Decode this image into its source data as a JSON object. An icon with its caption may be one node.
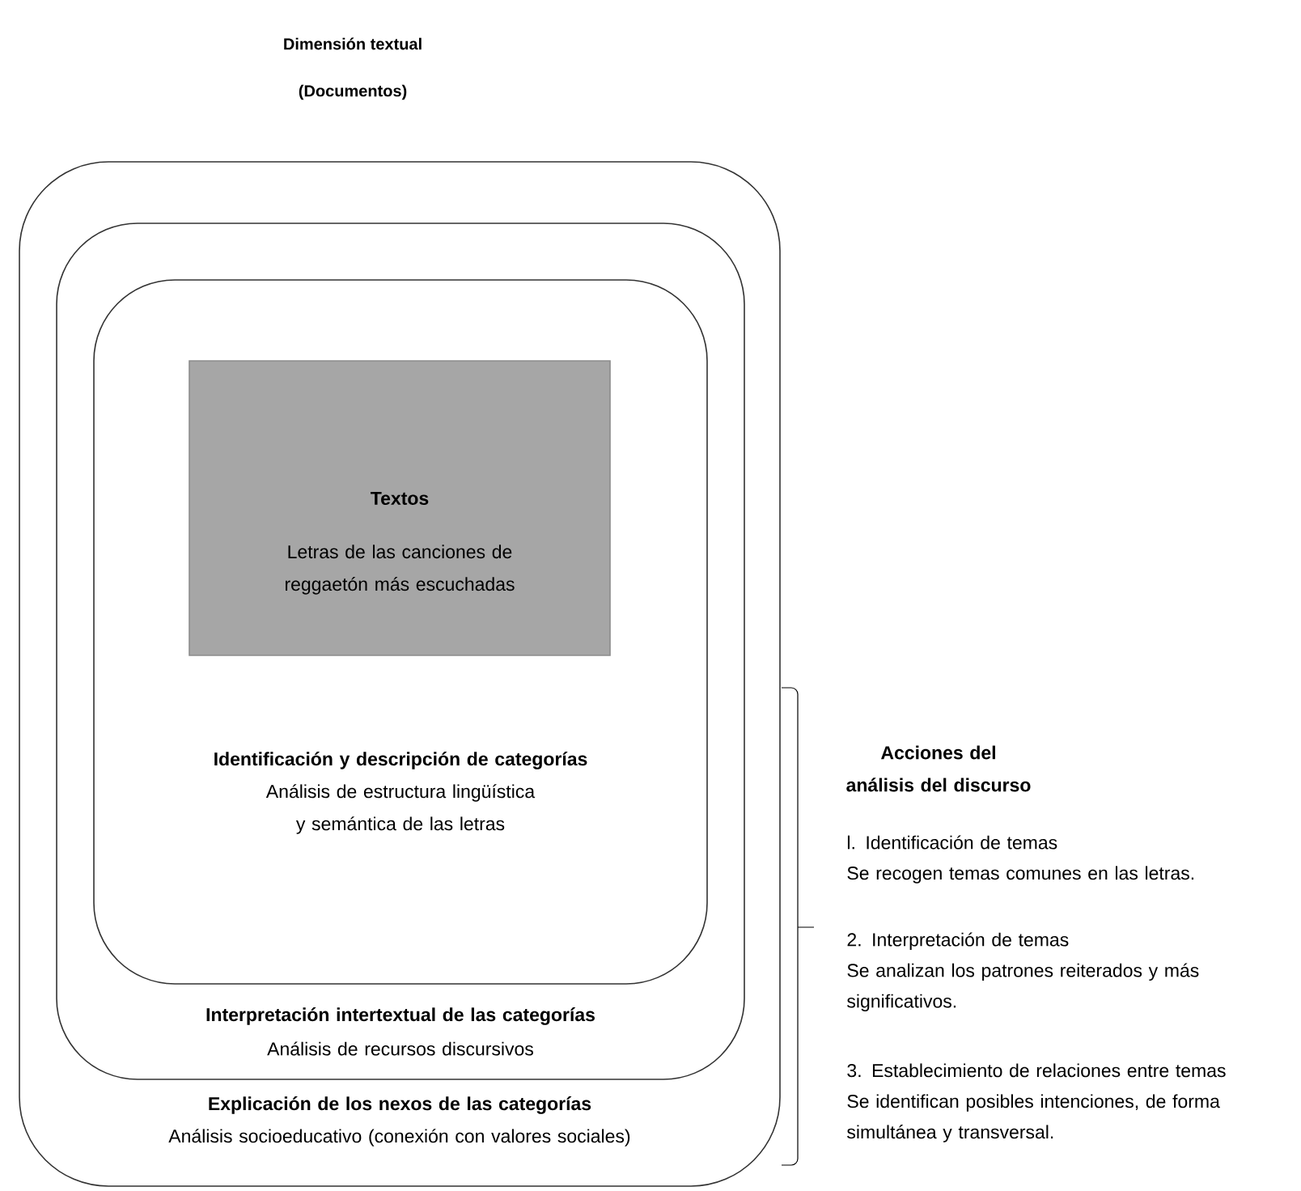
{
  "diagram": {
    "title": "Dimensión textual",
    "nodes": [
      {
        "text": [
          "Explicación de los nexos de las categorías",
          "Análisis socioeducativo (conexión con valores sociales)"
        ]
      },
      {
        "text": [
          "Interpretación intertextual de las categorías",
          "Análisis de recursos discursivos"
        ],
        "in": 0
      },
      {
        "text": [
          "Identificación y descripción de categorías",
          "Análisis de estructura lingüística y semántica de las letras"
        ],
        "in": 1
      },
      {
        "text": [
          "Textos",
          "Letras de las canciones de reggaetón más escuchadas"
        ],
        "in": 2
      }
    ],
    "labels": [
      "(Documentos)",
      "Acciones del análisis del discurso",
      "l. Identificación de temas",
      "Se recogen temas comunes en las letras.",
      "2. Interpretación de temas",
      "Se analizan los patrones reiterados y más significativos.",
      "3. Establecimiento de relaciones entre temas",
      "Se identifican posibles intenciones, de forma simultánea y transversal."
    ]
  }
}
